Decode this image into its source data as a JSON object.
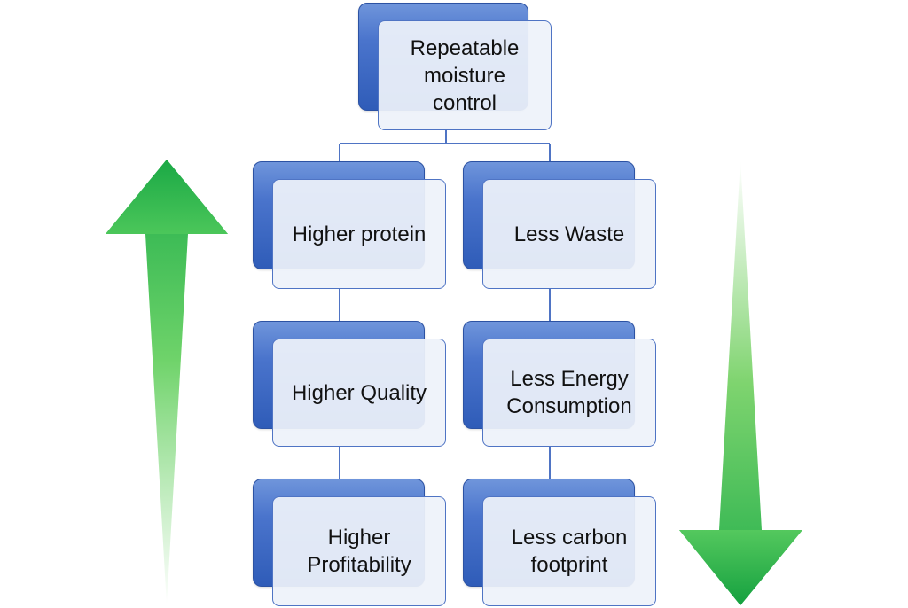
{
  "diagram": {
    "root": {
      "label": "Repeatable\nmoisture\ncontrol"
    },
    "left_branch": [
      {
        "label": "Higher protein"
      },
      {
        "label": "Higher Quality"
      },
      {
        "label": "Higher\nProfitability"
      }
    ],
    "right_branch": [
      {
        "label": "Less Waste"
      },
      {
        "label": "Less Energy\nConsumption"
      },
      {
        "label": "Less carbon\nfootprint"
      }
    ],
    "arrows": {
      "left_direction": "up",
      "right_direction": "down",
      "color": "#22b14c"
    },
    "colors": {
      "box_back": "#4a74cc",
      "box_front": "#eef2fa",
      "box_border": "#4f74c4",
      "connector": "#4f74c4"
    }
  }
}
